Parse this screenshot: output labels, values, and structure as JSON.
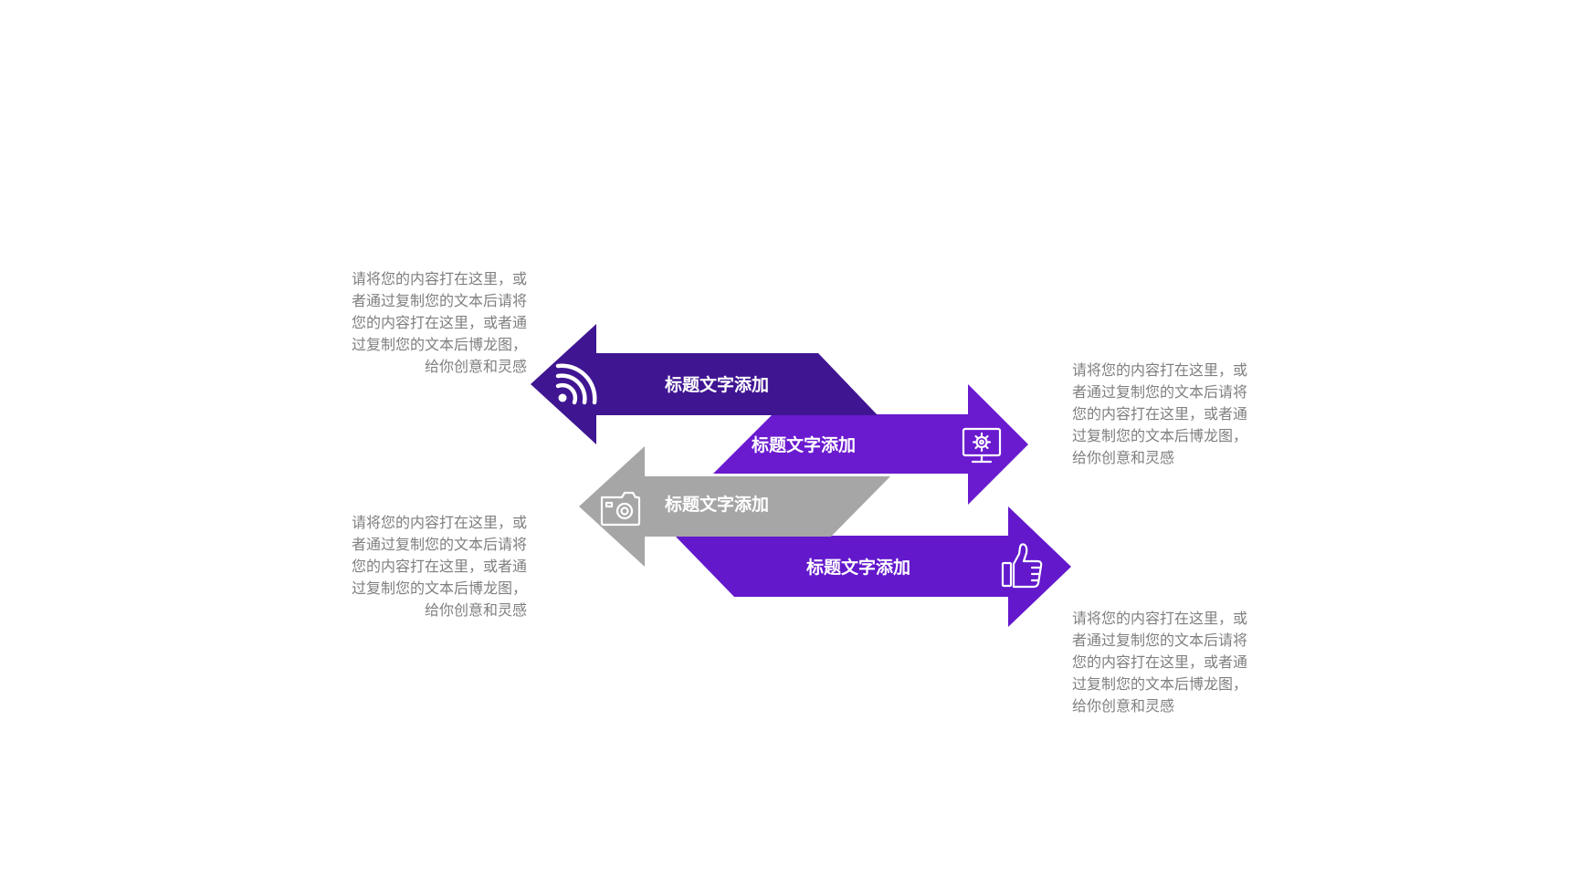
{
  "colors": {
    "dark_purple": "#3F1592",
    "purple": "#6A1ACF",
    "violet": "#6318CC",
    "gray": "#A6A6A6",
    "text_gray": "#7F7F7F",
    "white": "#FFFFFF"
  },
  "arrows": [
    {
      "title": "标题文字添加",
      "icon": "wifi-signal-icon",
      "direction": "left",
      "color": "#3F1592"
    },
    {
      "title": "标题文字添加",
      "icon": "monitor-gear-icon",
      "direction": "right",
      "color": "#6A1ACF"
    },
    {
      "title": "标题文字添加",
      "icon": "camera-icon",
      "direction": "left",
      "color": "#A6A6A6"
    },
    {
      "title": "标题文字添加",
      "icon": "thumbs-up-icon",
      "direction": "right",
      "color": "#6318CC"
    }
  ],
  "descriptions": [
    {
      "lines": [
        "请将您的内容打在这里，或",
        "者通过复制您的文本后请将",
        "您的内容打在这里，或者通",
        "过复制您的文本后博龙图，",
        "给你创意和灵感"
      ]
    },
    {
      "lines": [
        "请将您的内容打在这里，或",
        "者通过复制您的文本后请将",
        "您的内容打在这里，或者通",
        "过复制您的文本后博龙图，",
        "给你创意和灵感"
      ]
    },
    {
      "lines": [
        "请将您的内容打在这里，或",
        "者通过复制您的文本后请将",
        "您的内容打在这里，或者通",
        "过复制您的文本后博龙图，",
        "给你创意和灵感"
      ]
    },
    {
      "lines": [
        "请将您的内容打在这里，或",
        "者通过复制您的文本后请将",
        "您的内容打在这里，或者通",
        "过复制您的文本后博龙图，",
        "给你创意和灵感"
      ]
    }
  ]
}
